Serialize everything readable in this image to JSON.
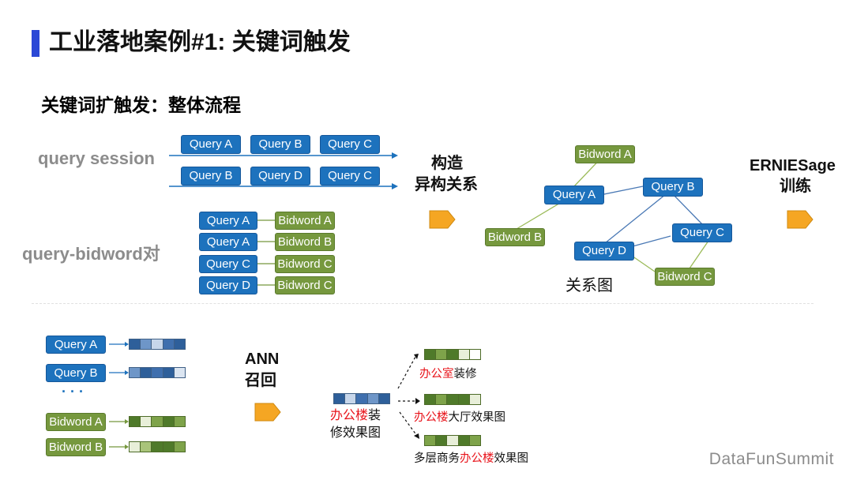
{
  "title": "工业落地案例#1: 关键词触发",
  "subtitle": "关键词扩触发：整体流程",
  "session": {
    "label": "query session",
    "rows": [
      [
        "Query A",
        "Query B",
        "Query C"
      ],
      [
        "Query B",
        "Query D",
        "Query C"
      ]
    ]
  },
  "pairs": {
    "label": "query-bidword对",
    "items": [
      {
        "q": "Query A",
        "b": "Bidword A"
      },
      {
        "q": "Query A",
        "b": "Bidword B"
      },
      {
        "q": "Query C",
        "b": "Bidword C"
      },
      {
        "q": "Query D",
        "b": "Bidword C"
      }
    ]
  },
  "step_build": {
    "line1": "构造",
    "line2": "异构关系"
  },
  "graph": {
    "label": "关系图",
    "nodes": {
      "bidword_a": "Bidword A",
      "query_a": "Query A",
      "query_b": "Query B",
      "bidword_b": "Bidword B",
      "query_c": "Query C",
      "query_d": "Query D",
      "bidword_c": "Bidword C"
    }
  },
  "step_train": {
    "line1": "ERNIESage",
    "line2": "训练"
  },
  "embeddings": {
    "items": [
      {
        "label": "Query A",
        "kind": "query"
      },
      {
        "label": "Query B",
        "kind": "query"
      },
      {
        "label": "Bidword A",
        "kind": "bidword"
      },
      {
        "label": "Bidword B",
        "kind": "bidword"
      }
    ],
    "ellipsis": "· · ·"
  },
  "step_ann": {
    "line1": "ANN",
    "line2": "召回"
  },
  "query_doc": {
    "red": "办公楼",
    "rest1": "装",
    "line2": "修效果图"
  },
  "results": [
    {
      "pre": "",
      "red": "办公室",
      "post": "装修"
    },
    {
      "pre": "",
      "red": "办公楼",
      "post": "大厅效果图"
    },
    {
      "pre": "多层商务",
      "red": "办公楼",
      "post": "效果图"
    }
  ],
  "brand": "DataFunSummit",
  "colors": {
    "accent": "#2b48d6",
    "query": "#1d72bd",
    "bidword": "#76983e",
    "orange": "#f5a623",
    "highlight": "#e8141b"
  }
}
